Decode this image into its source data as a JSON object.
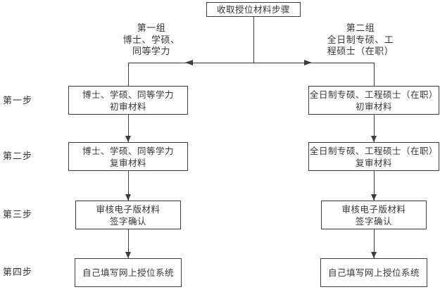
{
  "title_box": "收取授位材料步骤",
  "groups": [
    {
      "name_lines": [
        "第一组",
        "博士、学硕、",
        "同等学力"
      ]
    },
    {
      "name_lines": [
        "第二组",
        "全日制专硕、工",
        "程硕士（在职）"
      ]
    }
  ],
  "steps": [
    "第一步",
    "第二步",
    "第三步",
    "第四步"
  ],
  "left_column": [
    {
      "lines": [
        "博士、学硕、同等学力",
        "初审材料"
      ]
    },
    {
      "lines": [
        "博士、学硕、同等学力",
        "复审材料"
      ]
    },
    {
      "lines": [
        "审核电子版材料",
        "签字确认"
      ]
    },
    {
      "lines": [
        "自己填写网上授位系统"
      ]
    }
  ],
  "right_column": [
    {
      "lines": [
        "全日制专硕、工程硕士（在职）",
        "初审材料"
      ]
    },
    {
      "lines": [
        "全日制专硕、工程硕士（在职）",
        "复审材料"
      ]
    },
    {
      "lines": [
        "审核电子版材料",
        "签字确认"
      ]
    },
    {
      "lines": [
        "自己填写网上授位系统"
      ]
    }
  ],
  "colors": {
    "line": "#3c3c3c",
    "text": "#363636",
    "background": "#ffffff"
  }
}
